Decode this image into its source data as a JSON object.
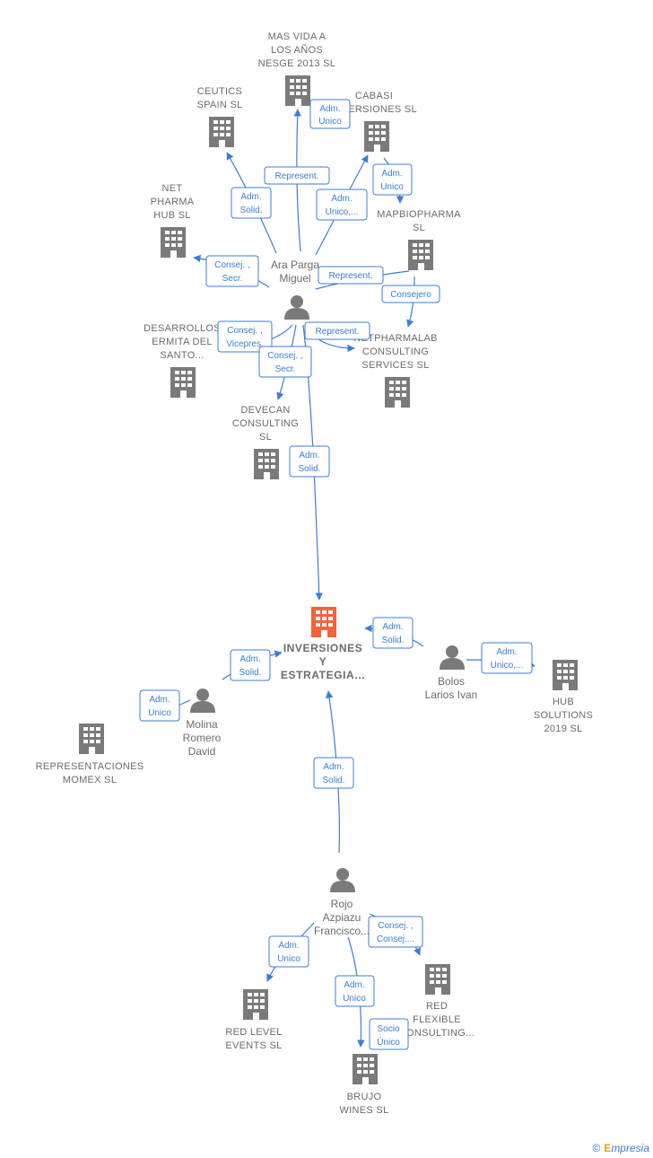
{
  "colors": {
    "edge": "#3b7dd8",
    "building": "#7a7a7a",
    "center": "#f0643c",
    "person": "#7a7a7a"
  },
  "companies": {
    "inversiones": [
      "INVERSIONES",
      "Y",
      "ESTRATEGIA..."
    ],
    "mas_vida": [
      "MAS VIDA A",
      "LOS AÑOS",
      "NESGE 2013 SL"
    ],
    "ceutics": [
      "CEUTICS",
      "SPAIN  SL"
    ],
    "cabasi": [
      "CABASI",
      "INVERSIONES  SL"
    ],
    "net_pharma": [
      "NET",
      "PHARMA",
      "HUB  SL"
    ],
    "mapbio": [
      "MAPBIOPHARMA",
      "SL"
    ],
    "desarrollos": [
      "DESARROLLOS",
      "ERMITA DEL",
      "SANTO..."
    ],
    "netpharmalab": [
      "NETPHARMALAB",
      "CONSULTING",
      "SERVICES  SL"
    ],
    "devecan": [
      "DEVECAN",
      "CONSULTING",
      "SL"
    ],
    "hub_solutions": [
      "HUB",
      "SOLUTIONS",
      "2019  SL"
    ],
    "representaciones": [
      "REPRESENTACIONES",
      "MOMEX SL"
    ],
    "red_level": [
      "RED LEVEL",
      "EVENTS  SL"
    ],
    "red_flexible": [
      "RED",
      "FLEXIBLE",
      "CONSULTING..."
    ],
    "brujo": [
      "BRUJO",
      "WINES  SL"
    ]
  },
  "persons": {
    "ara": [
      "Ara Parga",
      "Miguel"
    ],
    "bolos": [
      "Bolos",
      "Larios Ivan"
    ],
    "molina": [
      "Molina",
      "Romero",
      "David"
    ],
    "rojo": [
      "Rojo",
      "Azpiazu",
      "Francisco..."
    ]
  },
  "relations": [
    [
      "Adm.",
      "Unico"
    ],
    [
      "Represent."
    ],
    [
      "Adm.",
      "Solid."
    ],
    [
      "Adm.",
      "Unico,..."
    ],
    [
      "Adm.",
      "Unico"
    ],
    [
      "Consej. ,",
      "Secr."
    ],
    [
      "Represent."
    ],
    [
      "Consejero"
    ],
    [
      "Consej. ,",
      "Vicepres."
    ],
    [
      "Represent."
    ],
    [
      "Consej. ,",
      "Secr."
    ],
    [
      "Adm.",
      "Solid."
    ],
    [
      "Adm.",
      "Solid."
    ],
    [
      "Adm.",
      "Unico,..."
    ],
    [
      "Adm.",
      "Solid."
    ],
    [
      "Adm.",
      "Unico"
    ],
    [
      "Adm.",
      "Solid."
    ],
    [
      "Consej. ,",
      "Consej...."
    ],
    [
      "Adm.",
      "Unico"
    ],
    [
      "Adm.",
      "Unico"
    ],
    [
      "Socio",
      "Único"
    ]
  ],
  "footer": {
    "copyright": "©",
    "brand_initial": "E",
    "brand_rest": "mpresia"
  }
}
